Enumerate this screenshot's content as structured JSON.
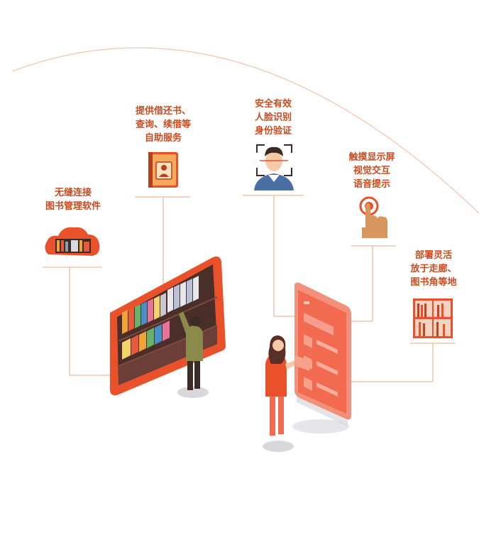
{
  "colors": {
    "accent": "#e8512a",
    "label_text": "#c84b1f",
    "arc": "#f3c3a8",
    "connector": "#eaa78a"
  },
  "features": [
    {
      "id": "cloud",
      "icon": "cloud-library-icon",
      "lines": [
        "无缝连接",
        "图书管理软件"
      ]
    },
    {
      "id": "book",
      "icon": "id-book-icon",
      "lines": [
        "提供借还书、",
        "查询、续借等",
        "自助服务"
      ]
    },
    {
      "id": "face",
      "icon": "face-scan-icon",
      "lines": [
        "安全有效",
        "人脸识别",
        "身份验证"
      ]
    },
    {
      "id": "touch",
      "icon": "touch-finger-icon",
      "lines": [
        "触摸显示屏",
        "视觉交互",
        "语音提示"
      ]
    },
    {
      "id": "deploy",
      "icon": "bookshelf-icon",
      "lines": [
        "部署灵活",
        "放于走廊、",
        "图书角等地"
      ]
    }
  ]
}
